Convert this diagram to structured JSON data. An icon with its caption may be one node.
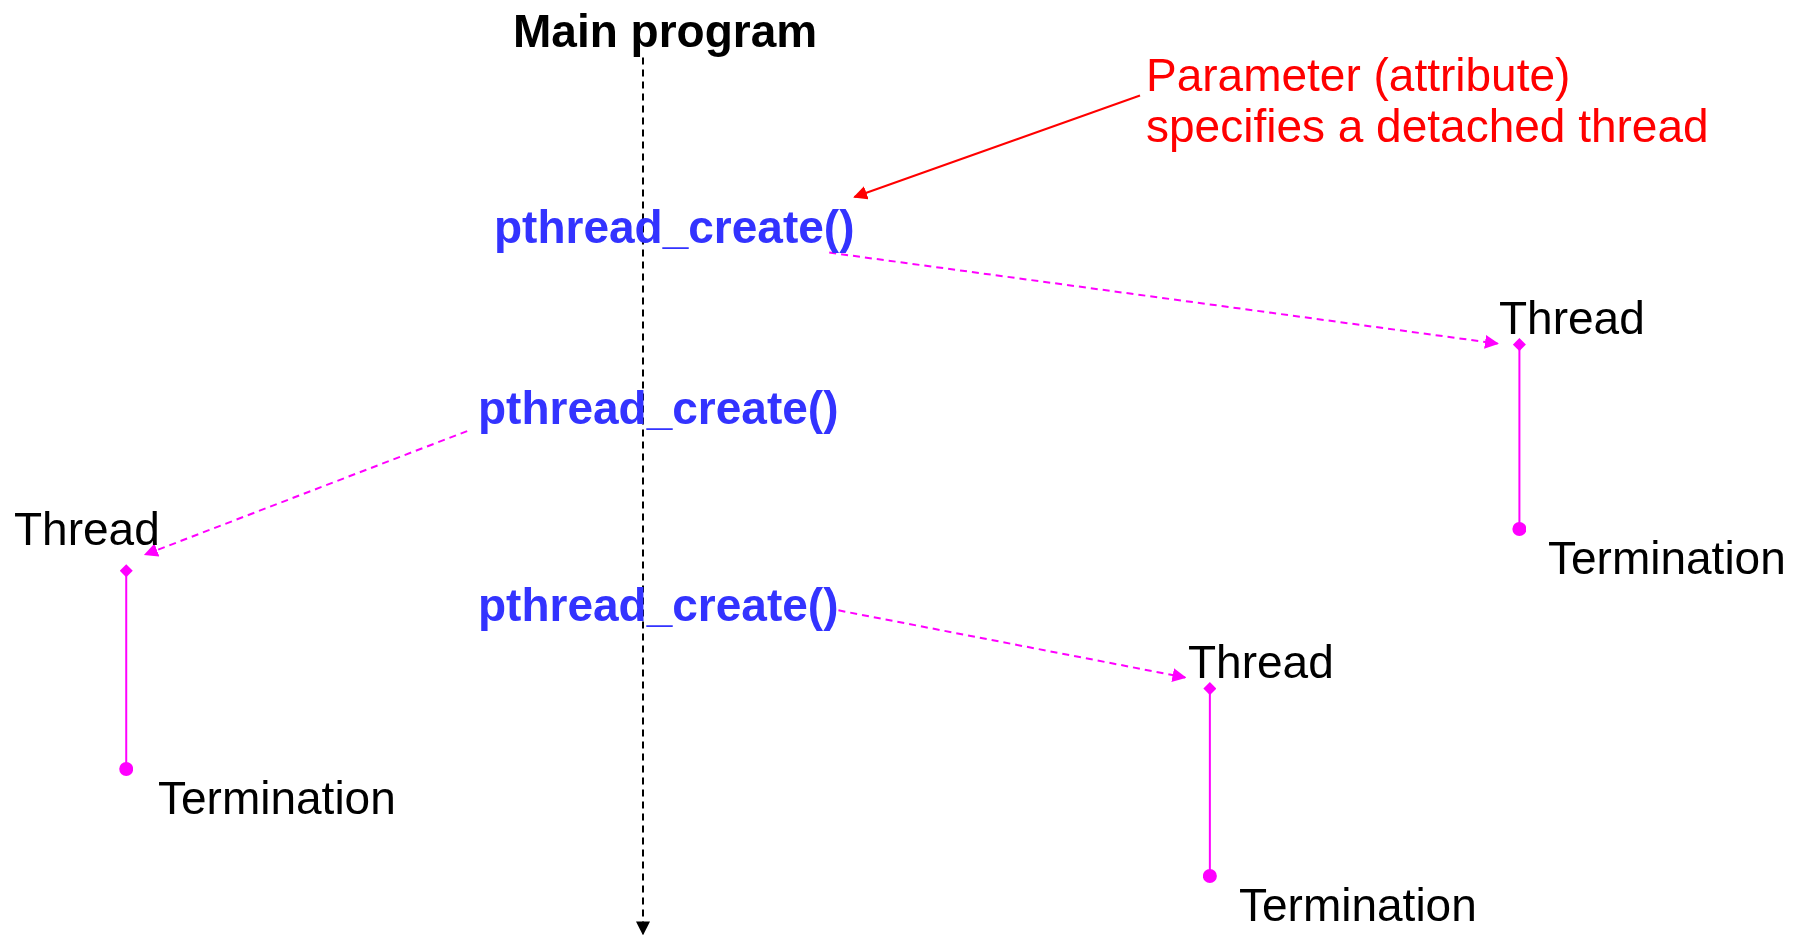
{
  "diagram": {
    "nodes": [
      {
        "text": [
          "Main program"
        ]
      },
      {
        "text": [
          "Parameter (attribute) specifies a detached thread"
        ]
      },
      {
        "text": [
          "pthread_create()"
        ]
      },
      {
        "text": [
          "Thread"
        ]
      },
      {
        "text": [
          "pthread_create()"
        ]
      },
      {
        "text": [
          "Thread"
        ]
      },
      {
        "text": [
          "Termination"
        ]
      },
      {
        "text": [
          "pthread_create()"
        ]
      },
      {
        "text": [
          "Thread"
        ]
      },
      {
        "text": [
          "Termination"
        ]
      },
      {
        "text": [
          "Termination"
        ]
      }
    ],
    "edges": [
      {
        "from": 0,
        "to": null,
        "arrow": "to",
        "style": "dashed",
        "color": "#000000"
      },
      {
        "from": 1,
        "to": 2,
        "arrow": "to",
        "color": "#ff0000"
      },
      {
        "from": 2,
        "to": 3,
        "arrow": "to",
        "style": "dashed"
      },
      {
        "from": 4,
        "to": 5,
        "arrow": "to",
        "style": "dashed"
      },
      {
        "from": 7,
        "to": 8,
        "arrow": "to",
        "style": "dashed"
      },
      {
        "from": 3,
        "to": 6,
        "arrow": "other"
      },
      {
        "from": 5,
        "to": 9,
        "arrow": "other"
      },
      {
        "from": 8,
        "to": 10,
        "arrow": "other"
      }
    ]
  }
}
